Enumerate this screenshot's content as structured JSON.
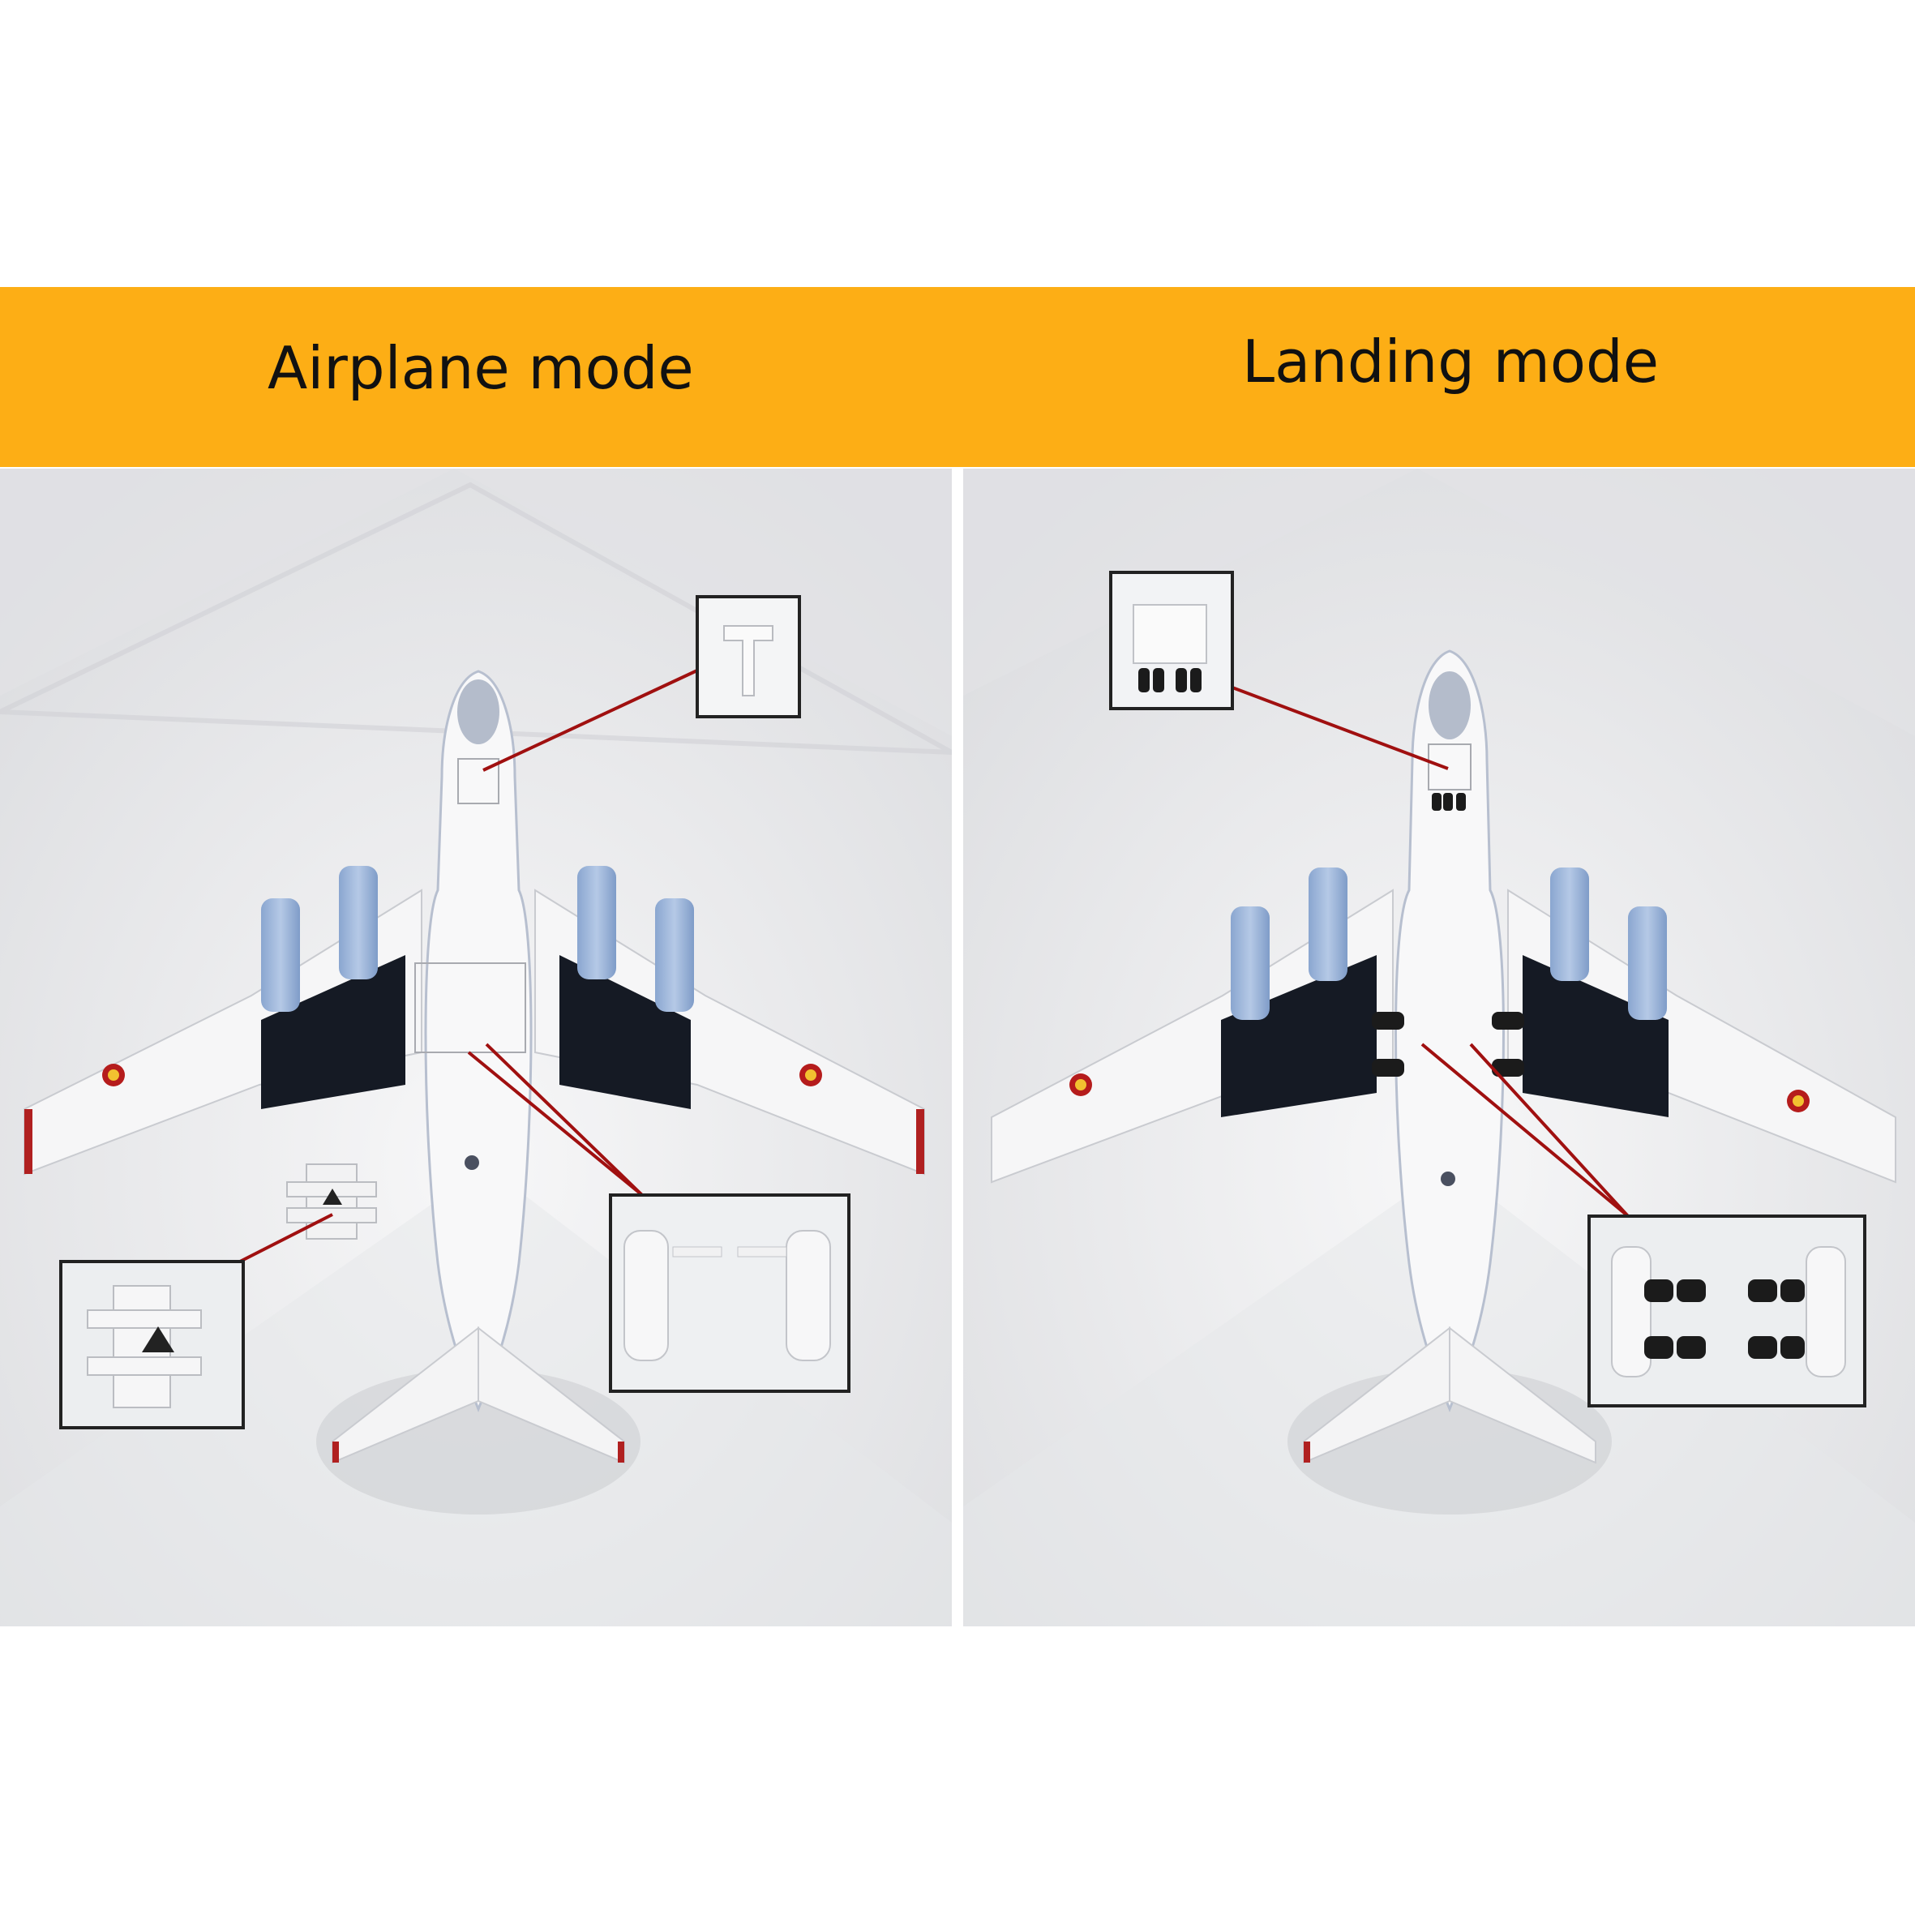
{
  "banner": {
    "color": "#fdae15",
    "left_title": "Airplane mode",
    "right_title": "Landing mode"
  },
  "panels": [
    {
      "mode": "airplane",
      "callouts": [
        "nose-gear-bay-cover-detail",
        "main-gear-fairing-detail",
        "display-stand-detail"
      ]
    },
    {
      "mode": "landing",
      "callouts": [
        "nose-gear-wheels-detail",
        "main-gear-wheels-detail"
      ]
    }
  ],
  "colors": {
    "callout_line": "#a01010",
    "engine": "#9cb6dc",
    "flap": "#151a24",
    "background_foam": "#ececee"
  }
}
